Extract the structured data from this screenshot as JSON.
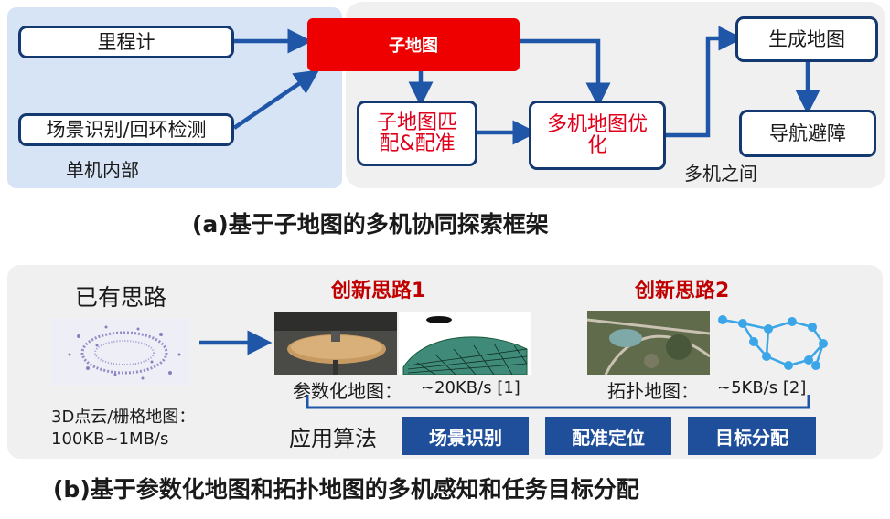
{
  "panel_a": {
    "odometer": "里程计",
    "scene_loop": "场景识别/回环检测",
    "single_internal": "单机内部",
    "submap": "子地图",
    "submap_match_line1": "子地图匹",
    "submap_match_line2": "配&配准",
    "multi_opt_line1": "多机地图优",
    "multi_opt_line2": "化",
    "generate_map": "生成地图",
    "nav_avoid": "导航避障",
    "multi_between": "多机之间",
    "caption": "(a)基于子地图的多机协同探索框架"
  },
  "panel_b": {
    "existing_idea": "已有思路",
    "innovation1": "创新思路1",
    "innovation2": "创新思路2",
    "pointcloud_label_line1": "3D点云/栅格地图：",
    "pointcloud_label_line2": "100KB~1MB/s",
    "param_map_label": "参数化地图：",
    "param_map_rate": "~20KB/s [1]",
    "topo_map_label": "拓扑地图：",
    "topo_map_rate": "~5KB/s [2]",
    "apply_algo": "应用算法",
    "btn_scene": "场景识别",
    "btn_register": "配准定位",
    "btn_target": "目标分配",
    "caption": "(b)基于参数化地图和拓扑地图的多机感知和任务目标分配"
  },
  "colors": {
    "arrow_blue": "#1f56a8",
    "box_border": "#143870",
    "red": "#e0001b",
    "submap_red": "#ee0000",
    "topo_cyan": "#3aa6e8"
  }
}
